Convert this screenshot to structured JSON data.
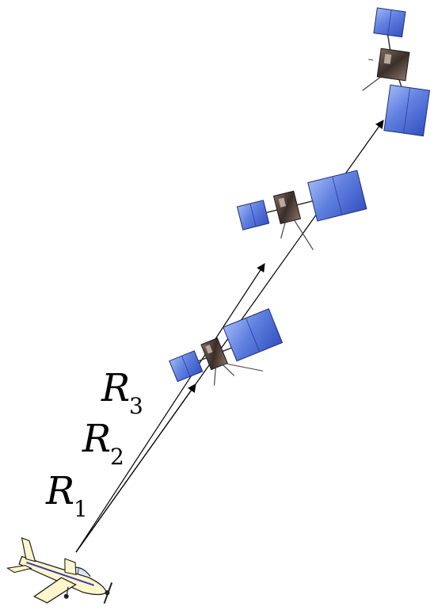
{
  "labels": {
    "r1_main": "R",
    "r1_sub": "1",
    "r2_main": "R",
    "r2_sub": "2",
    "r3_main": "R",
    "r3_sub": "3"
  },
  "colors": {
    "panel_light": "#7f9cf0",
    "panel_dark": "#3c5ac8",
    "panel_edge": "#1f2f78",
    "body_dark": "#3b2e2a",
    "body_mid": "#6b5a50",
    "arrow": "#000000",
    "plane_fill": "#fff6cc",
    "plane_stripe": "#3a3aa8"
  },
  "icons": {
    "source": "airplane-icon",
    "satellites": [
      "satellite-icon",
      "satellite-icon",
      "satellite-icon"
    ]
  }
}
